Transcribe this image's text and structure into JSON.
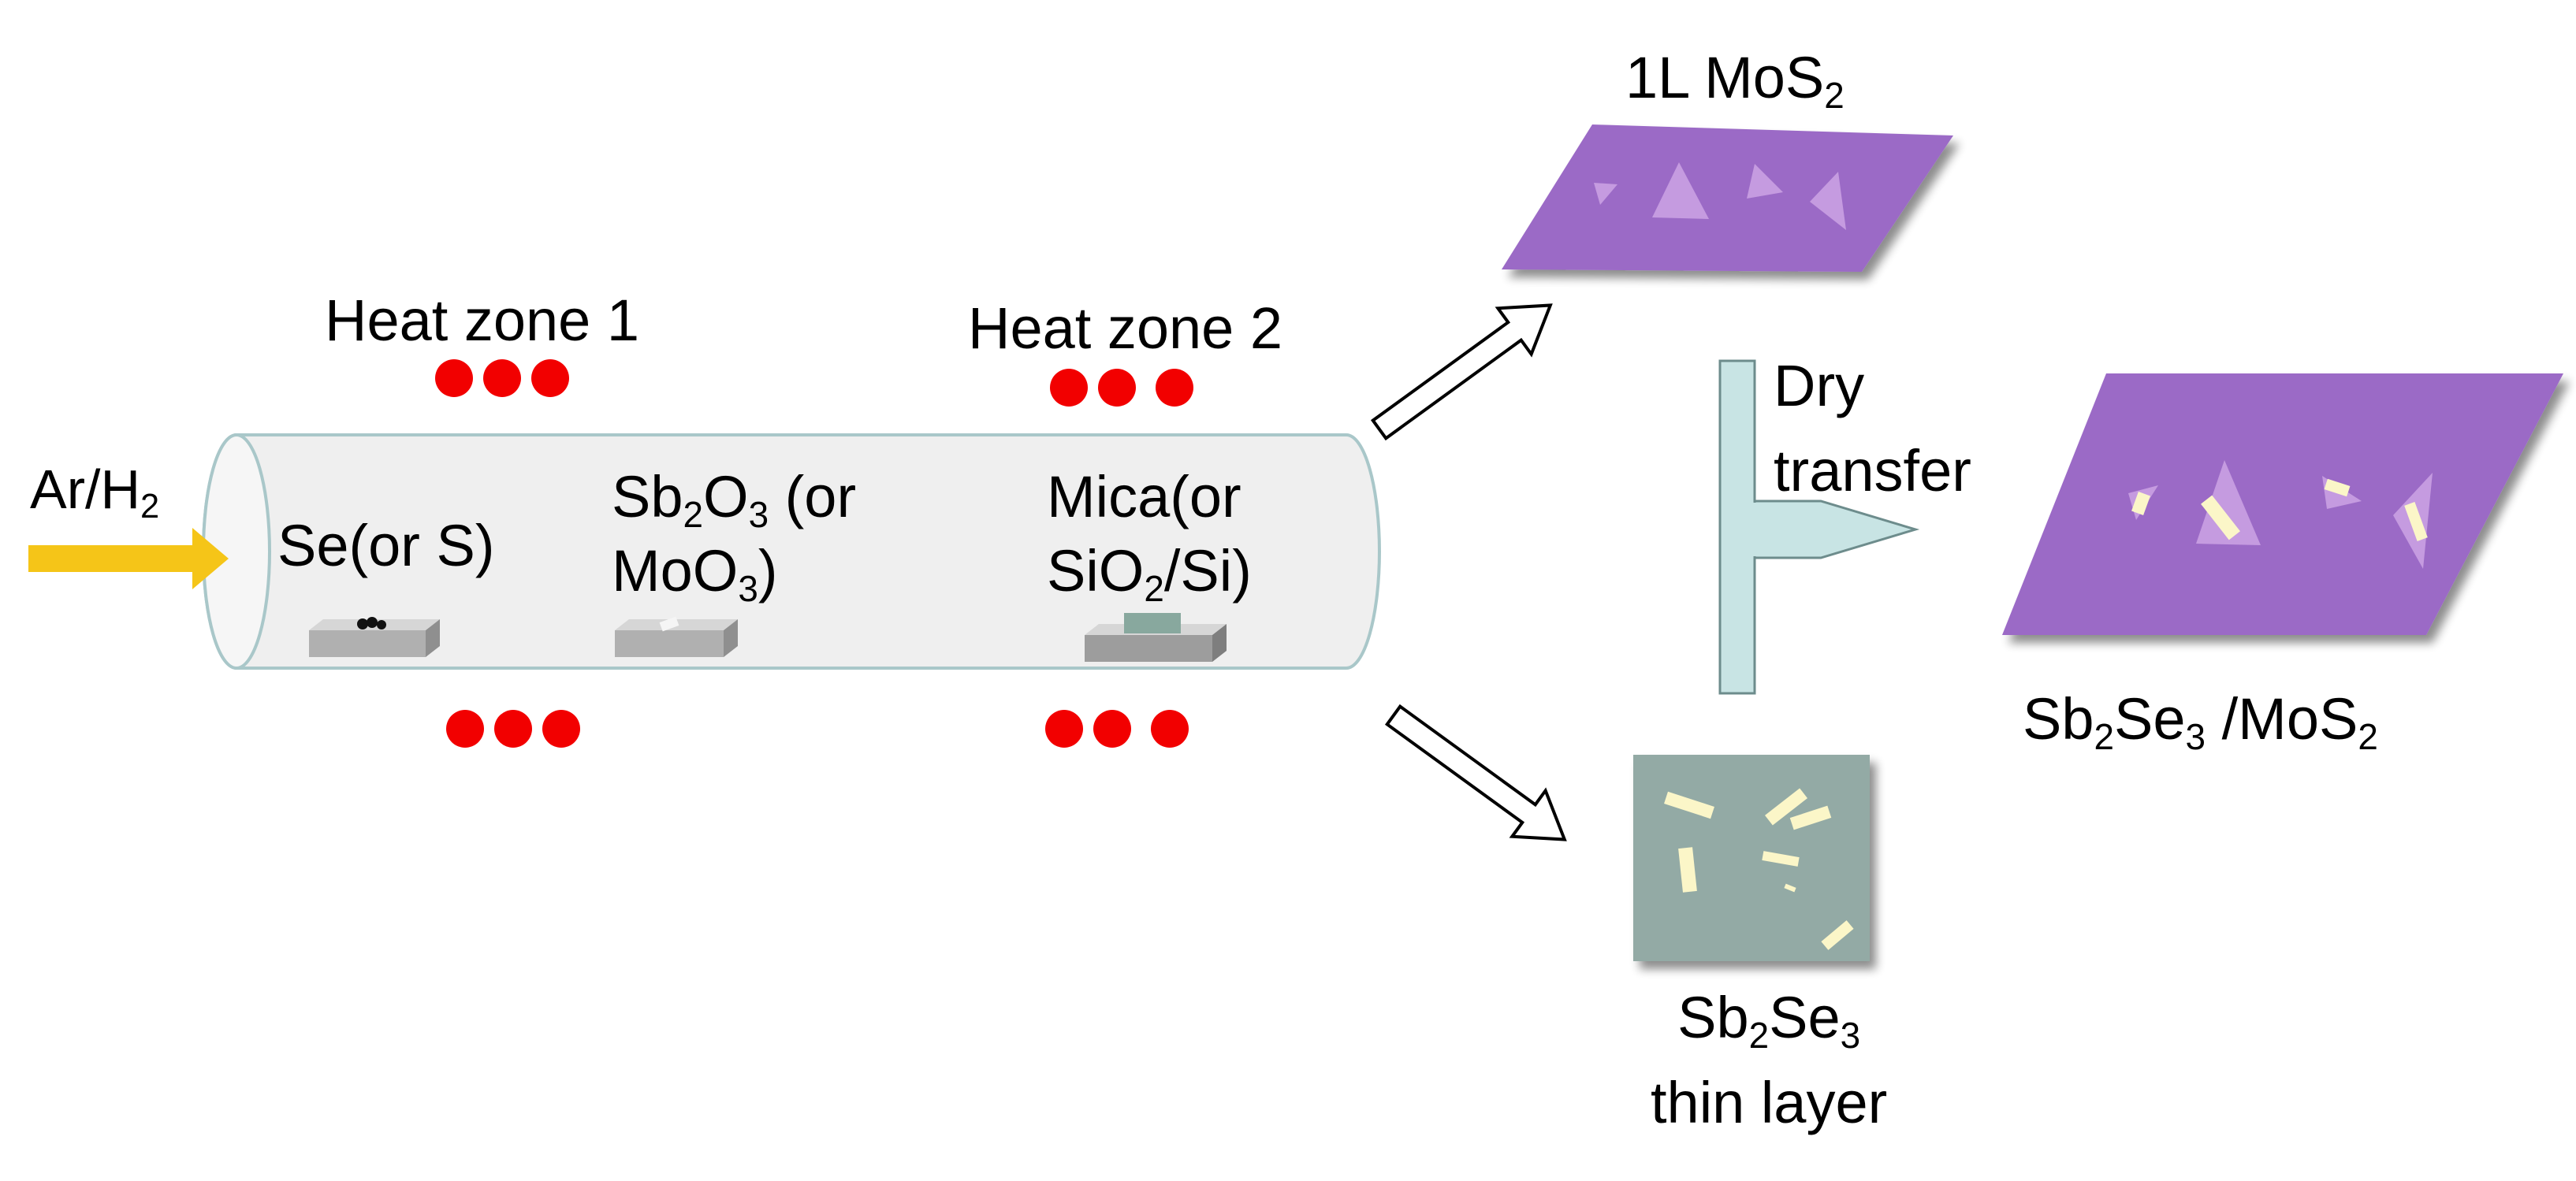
{
  "heat_zone_1": "Heat zone 1",
  "heat_zone_2": "Heat zone 2",
  "gas": {
    "pre": "Ar/H",
    "sub": "2"
  },
  "source_se": "Se(or S)",
  "source_sb": {
    "a": "Sb",
    "a_sub": "2",
    "b": "O",
    "b_sub": "3",
    "c": " (or",
    "line2_a": "MoO",
    "line2_sub": "3",
    "line2_b": ")"
  },
  "substrate": {
    "line1": "Mica(or",
    "a": "SiO",
    "a_sub": "2",
    "b": "/Si)"
  },
  "monolayer": {
    "pre": "1L MoS",
    "sub": "2"
  },
  "dry_transfer": {
    "line1": "Dry",
    "line2": "transfer"
  },
  "thin_layer": {
    "a": "Sb",
    "a_sub": "2",
    "b": "Se",
    "b_sub": "3",
    "line2": "thin layer"
  },
  "hetero": {
    "a": "Sb",
    "a_sub": "2",
    "b": "Se",
    "b_sub": "3",
    "c": " /MoS",
    "c_sub": "2"
  },
  "colors": {
    "heater_dot": "#f20000",
    "gas_arrow": "#f5c518",
    "tube_fill": "#efefef",
    "tube_stroke": "#a9c7c9",
    "mos2_sheet": "#9b6bc6",
    "mos2_flake": "#c59be0",
    "sb2se3_substrate": "#93aaa5",
    "sb2se3_flake": "#fbf6c8",
    "stamp": "#c8e4e4",
    "boat": "#b0b0b0"
  }
}
